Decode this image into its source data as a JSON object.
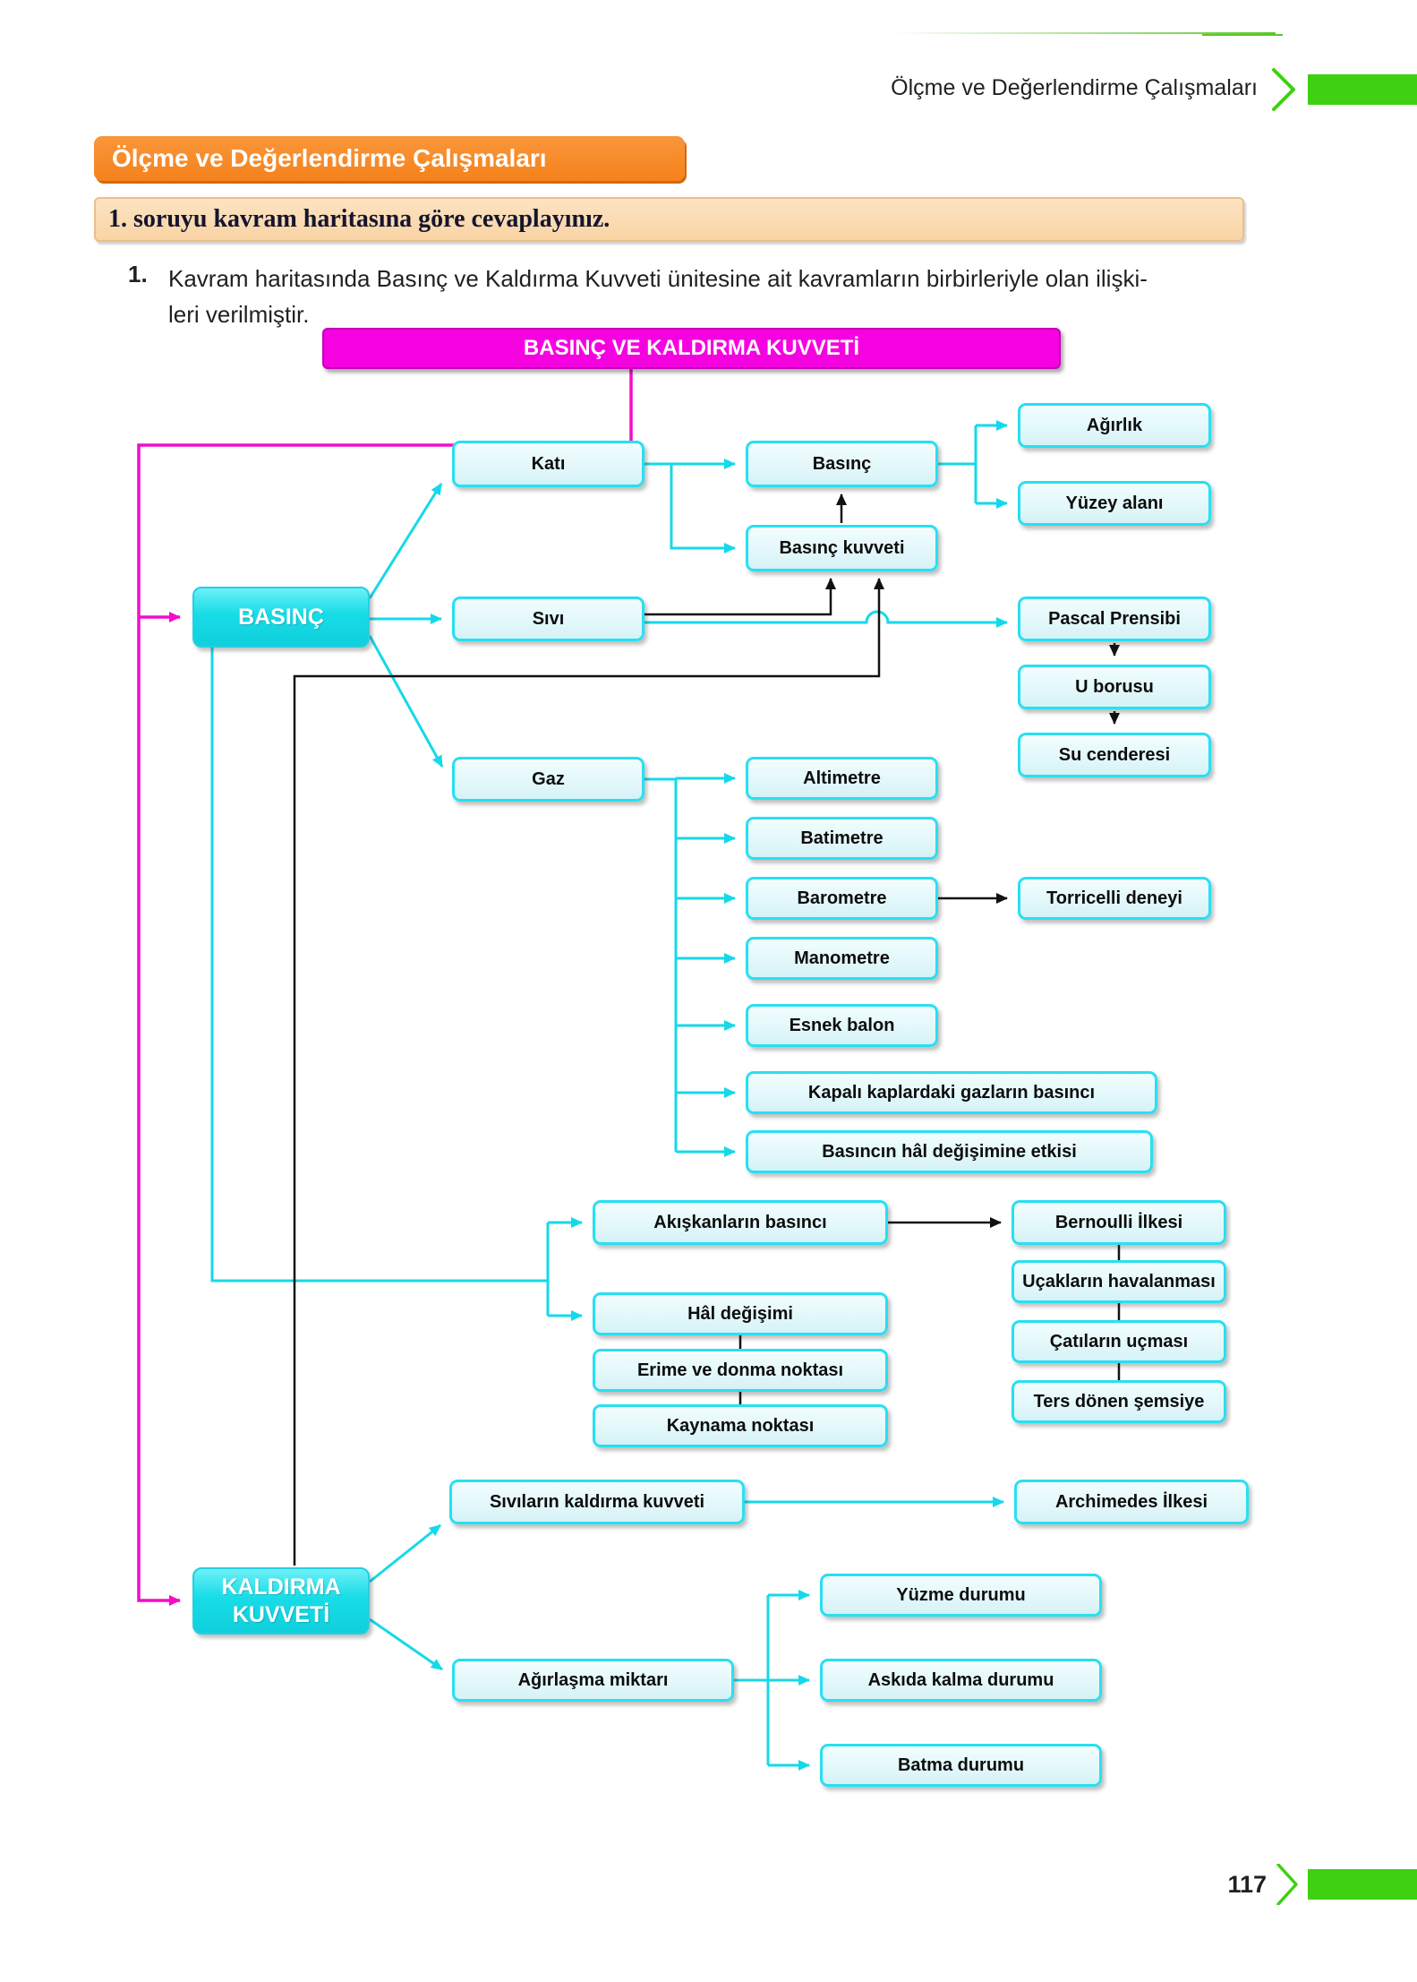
{
  "header": {
    "title": "Ölçme ve Değerlendirme Çalışmaları"
  },
  "section": {
    "title": "Ölçme ve Değerlendirme Çalışmaları",
    "instruction": "1. soruyu kavram haritasına göre cevaplayınız."
  },
  "question": {
    "number": "1.",
    "lines": [
      "Kavram haritasında Basınç ve Kaldırma Kuvveti ünitesine ait kavramların birbirleriyle olan ilişki-",
      "leri verilmiştir."
    ]
  },
  "footer": {
    "page_number": "117"
  },
  "colors": {
    "accent_green": "#3fd011",
    "accent_orange": "#f5821c",
    "banner_bg": "#fad4a4",
    "magenta_box": "#f502e0",
    "magenta_line": "#f30ccb",
    "cyan_line": "#14d9e9",
    "node_border": "#27e0f1",
    "node_bg": "#e3f8fb",
    "solid_cyan": "#17dce7",
    "black_line": "#111111"
  },
  "diagram": {
    "nodes": [
      {
        "id": "main-title",
        "label": "BASINÇ VE KALDIRMA KUVVETİ",
        "type": "title"
      },
      {
        "id": "basinc-main",
        "label": "BASINÇ",
        "type": "solid"
      },
      {
        "id": "kaldirma-main",
        "label": "KALDIRMA KUVVETİ",
        "type": "solid"
      },
      {
        "id": "kati",
        "label": "Katı",
        "type": "leaf"
      },
      {
        "id": "sivi",
        "label": "Sıvı",
        "type": "leaf"
      },
      {
        "id": "gaz",
        "label": "Gaz",
        "type": "leaf"
      },
      {
        "id": "basinc",
        "label": "Basınç",
        "type": "leaf"
      },
      {
        "id": "basinc-kuvveti",
        "label": "Basınç kuvveti",
        "type": "leaf"
      },
      {
        "id": "agirlik",
        "label": "Ağırlık",
        "type": "leaf"
      },
      {
        "id": "yuzey-alani",
        "label": "Yüzey alanı",
        "type": "leaf"
      },
      {
        "id": "pascal-prensibi",
        "label": "Pascal Prensibi",
        "type": "leaf"
      },
      {
        "id": "u-borusu",
        "label": "U borusu",
        "type": "leaf"
      },
      {
        "id": "su-cenderesi",
        "label": "Su cenderesi",
        "type": "leaf"
      },
      {
        "id": "altimetre",
        "label": "Altimetre",
        "type": "leaf"
      },
      {
        "id": "batimetre",
        "label": "Batimetre",
        "type": "leaf"
      },
      {
        "id": "barometre",
        "label": "Barometre",
        "type": "leaf"
      },
      {
        "id": "torricelli-deneyi",
        "label": "Torricelli deneyi",
        "type": "leaf"
      },
      {
        "id": "manometre",
        "label": "Manometre",
        "type": "leaf"
      },
      {
        "id": "esnek-balon",
        "label": "Esnek balon",
        "type": "leaf"
      },
      {
        "id": "kapali-kaplardaki",
        "label": "Kapalı kaplardaki gazların basıncı",
        "type": "leaf"
      },
      {
        "id": "basincin-hal",
        "label": "Basıncın hâl değişimine etkisi",
        "type": "leaf"
      },
      {
        "id": "akiskanlarin-basinci",
        "label": "Akışkanların basıncı",
        "type": "leaf"
      },
      {
        "id": "bernoulli-ilkesi",
        "label": "Bernoulli İlkesi",
        "type": "leaf"
      },
      {
        "id": "ucaklarin-havalanmasi",
        "label": "Uçakların havalanması",
        "type": "leaf"
      },
      {
        "id": "catilarin-ucmasi",
        "label": "Çatıların uçması",
        "type": "leaf"
      },
      {
        "id": "ters-donen-semsiye",
        "label": "Ters dönen şemsiye",
        "type": "leaf"
      },
      {
        "id": "hal-degisimi",
        "label": "Hâl değişimi",
        "type": "leaf"
      },
      {
        "id": "erime-ve-donma",
        "label": "Erime ve donma noktası",
        "type": "leaf"
      },
      {
        "id": "kaynama-noktasi",
        "label": "Kaynama noktası",
        "type": "leaf"
      },
      {
        "id": "sivilarin-kaldirma",
        "label": "Sıvıların kaldırma kuvveti",
        "type": "leaf"
      },
      {
        "id": "archimedes-ilkesi",
        "label": "Archimedes İlkesi",
        "type": "leaf"
      },
      {
        "id": "yuzme-durumu",
        "label": "Yüzme durumu",
        "type": "leaf"
      },
      {
        "id": "agirlasma-miktari",
        "label": "Ağırlaşma miktarı",
        "type": "leaf"
      },
      {
        "id": "askida-kalma",
        "label": "Askıda kalma durumu",
        "type": "leaf"
      },
      {
        "id": "batma-durumu",
        "label": "Batma durumu",
        "type": "leaf"
      }
    ],
    "edges": [
      {
        "from": "main-title",
        "to": "basinc-main",
        "color": "magenta"
      },
      {
        "from": "main-title",
        "to": "kaldirma-main",
        "color": "magenta"
      },
      {
        "from": "basinc-main",
        "to": "kati",
        "color": "cyan"
      },
      {
        "from": "basinc-main",
        "to": "sivi",
        "color": "cyan"
      },
      {
        "from": "basinc-main",
        "to": "gaz",
        "color": "cyan"
      },
      {
        "from": "basinc-main",
        "to": "akiskanlarin-basinci",
        "color": "cyan"
      },
      {
        "from": "basinc-main",
        "to": "hal-degisimi",
        "color": "cyan"
      },
      {
        "from": "kati",
        "to": "basinc",
        "color": "cyan"
      },
      {
        "from": "kati",
        "to": "basinc-kuvveti",
        "color": "cyan"
      },
      {
        "from": "basinc-kuvveti",
        "to": "basinc",
        "color": "black"
      },
      {
        "from": "basinc",
        "to": "agirlik",
        "color": "cyan"
      },
      {
        "from": "basinc",
        "to": "yuzey-alani",
        "color": "cyan"
      },
      {
        "from": "sivi",
        "to": "basinc-kuvveti",
        "color": "black"
      },
      {
        "from": "sivi",
        "to": "pascal-prensibi",
        "color": "cyan"
      },
      {
        "from": "kaldirma-main",
        "to": "basinc-kuvveti",
        "color": "black"
      },
      {
        "from": "pascal-prensibi",
        "to": "u-borusu",
        "color": "black"
      },
      {
        "from": "u-borusu",
        "to": "su-cenderesi",
        "color": "black"
      },
      {
        "from": "gaz",
        "to": "altimetre",
        "color": "cyan"
      },
      {
        "from": "gaz",
        "to": "batimetre",
        "color": "cyan"
      },
      {
        "from": "gaz",
        "to": "barometre",
        "color": "cyan"
      },
      {
        "from": "gaz",
        "to": "manometre",
        "color": "cyan"
      },
      {
        "from": "gaz",
        "to": "esnek-balon",
        "color": "cyan"
      },
      {
        "from": "gaz",
        "to": "kapali-kaplardaki",
        "color": "cyan"
      },
      {
        "from": "gaz",
        "to": "basincin-hal",
        "color": "cyan"
      },
      {
        "from": "barometre",
        "to": "torricelli-deneyi",
        "color": "black"
      },
      {
        "from": "akiskanlarin-basinci",
        "to": "bernoulli-ilkesi",
        "color": "black"
      },
      {
        "from": "bernoulli-ilkesi",
        "to": "ucaklarin-havalanmasi",
        "color": "black"
      },
      {
        "from": "ucaklarin-havalanmasi",
        "to": "catilarin-ucmasi",
        "color": "black"
      },
      {
        "from": "catilarin-ucmasi",
        "to": "ters-donen-semsiye",
        "color": "black"
      },
      {
        "from": "hal-degisimi",
        "to": "erime-ve-donma",
        "color": "black"
      },
      {
        "from": "erime-ve-donma",
        "to": "kaynama-noktasi",
        "color": "black"
      },
      {
        "from": "kaldirma-main",
        "to": "sivilarin-kaldirma",
        "color": "cyan"
      },
      {
        "from": "kaldirma-main",
        "to": "agirlasma-miktari",
        "color": "cyan"
      },
      {
        "from": "sivilarin-kaldirma",
        "to": "archimedes-ilkesi",
        "color": "cyan"
      },
      {
        "from": "agirlasma-miktari",
        "to": "yuzme-durumu",
        "color": "cyan"
      },
      {
        "from": "agirlasma-miktari",
        "to": "askida-kalma",
        "color": "cyan"
      },
      {
        "from": "agirlasma-miktari",
        "to": "batma-durumu",
        "color": "cyan"
      }
    ]
  }
}
